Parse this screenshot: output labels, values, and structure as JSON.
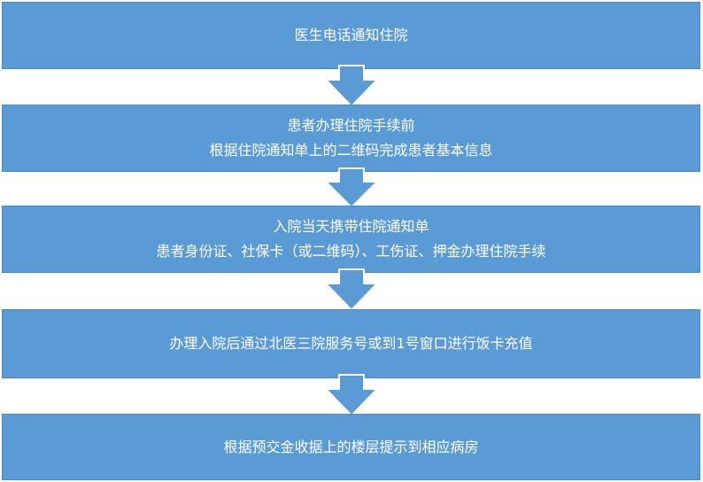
{
  "flow": {
    "steps": [
      {
        "lines": [
          "医生电话通知住院"
        ]
      },
      {
        "lines": [
          "患者办理住院手续前",
          "根据住院通知单上的二维码完成患者基本信息"
        ]
      },
      {
        "lines": [
          "入院当天携带住院通知单",
          "患者身份证、社保卡（或二维码）、工伤证、押金办理住院手续"
        ]
      },
      {
        "lines": [
          "办理入院后通过北医三院服务号或到1号窗口进行饭卡充值"
        ]
      },
      {
        "lines": [
          "根据预交金收据上的楼层提示到相应病房"
        ]
      }
    ]
  },
  "colors": {
    "box_fill": "#5b9bd5",
    "arrow_fill": "#5b9bd5",
    "text": "#ffffff",
    "background": "#ffffff"
  }
}
